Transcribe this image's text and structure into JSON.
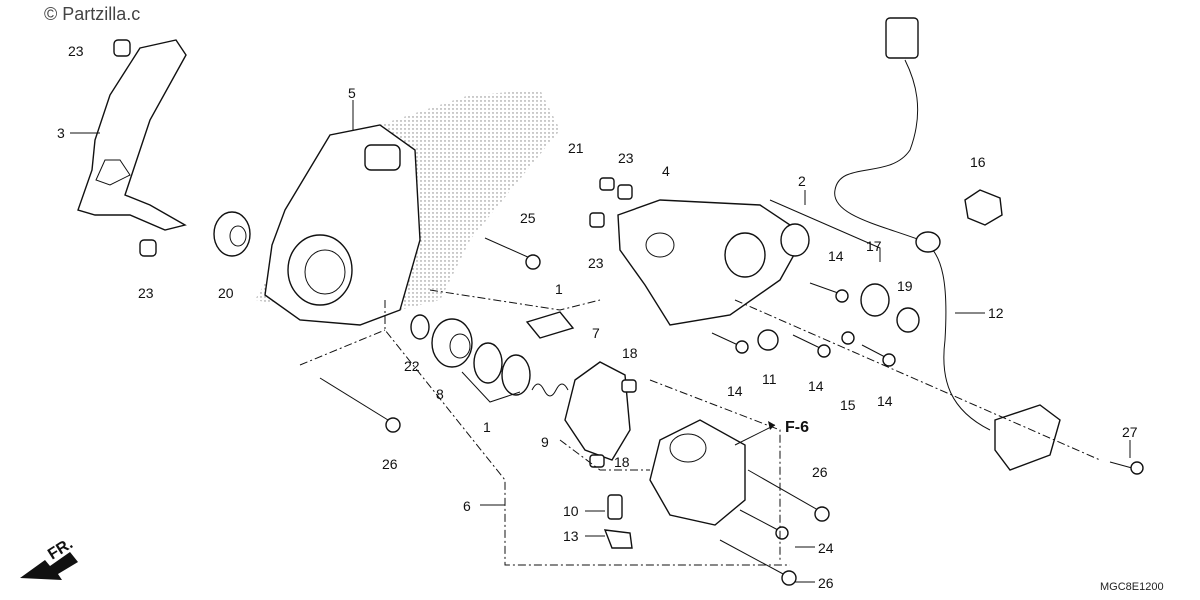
{
  "watermark": "© Partzilla.c",
  "diagram_code": "MGC8E1200",
  "front_marker": "FR.",
  "reference_label": "F-6",
  "callouts": [
    {
      "id": "c-23a",
      "text": "23"
    },
    {
      "id": "c-3",
      "text": "3"
    },
    {
      "id": "c-23b",
      "text": "23"
    },
    {
      "id": "c-5",
      "text": "5"
    },
    {
      "id": "c-20",
      "text": "20"
    },
    {
      "id": "c-25",
      "text": "25"
    },
    {
      "id": "c-1a",
      "text": "1"
    },
    {
      "id": "c-22",
      "text": "22"
    },
    {
      "id": "c-8",
      "text": "8"
    },
    {
      "id": "c-1b",
      "text": "1"
    },
    {
      "id": "c-9",
      "text": "9"
    },
    {
      "id": "c-7",
      "text": "7"
    },
    {
      "id": "c-18a",
      "text": "18"
    },
    {
      "id": "c-18b",
      "text": "18"
    },
    {
      "id": "c-26a",
      "text": "26"
    },
    {
      "id": "c-6",
      "text": "6"
    },
    {
      "id": "c-10",
      "text": "10"
    },
    {
      "id": "c-13",
      "text": "13"
    },
    {
      "id": "c-21",
      "text": "21"
    },
    {
      "id": "c-23c",
      "text": "23"
    },
    {
      "id": "c-23d",
      "text": "23"
    },
    {
      "id": "c-4",
      "text": "4"
    },
    {
      "id": "c-2",
      "text": "2"
    },
    {
      "id": "c-14a",
      "text": "14"
    },
    {
      "id": "c-17",
      "text": "17"
    },
    {
      "id": "c-19",
      "text": "19"
    },
    {
      "id": "c-14b",
      "text": "14"
    },
    {
      "id": "c-11",
      "text": "11"
    },
    {
      "id": "c-14c",
      "text": "14"
    },
    {
      "id": "c-15",
      "text": "15"
    },
    {
      "id": "c-14d",
      "text": "14"
    },
    {
      "id": "c-16",
      "text": "16"
    },
    {
      "id": "c-12",
      "text": "12"
    },
    {
      "id": "c-27",
      "text": "27"
    },
    {
      "id": "c-26b",
      "text": "26"
    },
    {
      "id": "c-24",
      "text": "24"
    },
    {
      "id": "c-26c",
      "text": "26"
    }
  ]
}
